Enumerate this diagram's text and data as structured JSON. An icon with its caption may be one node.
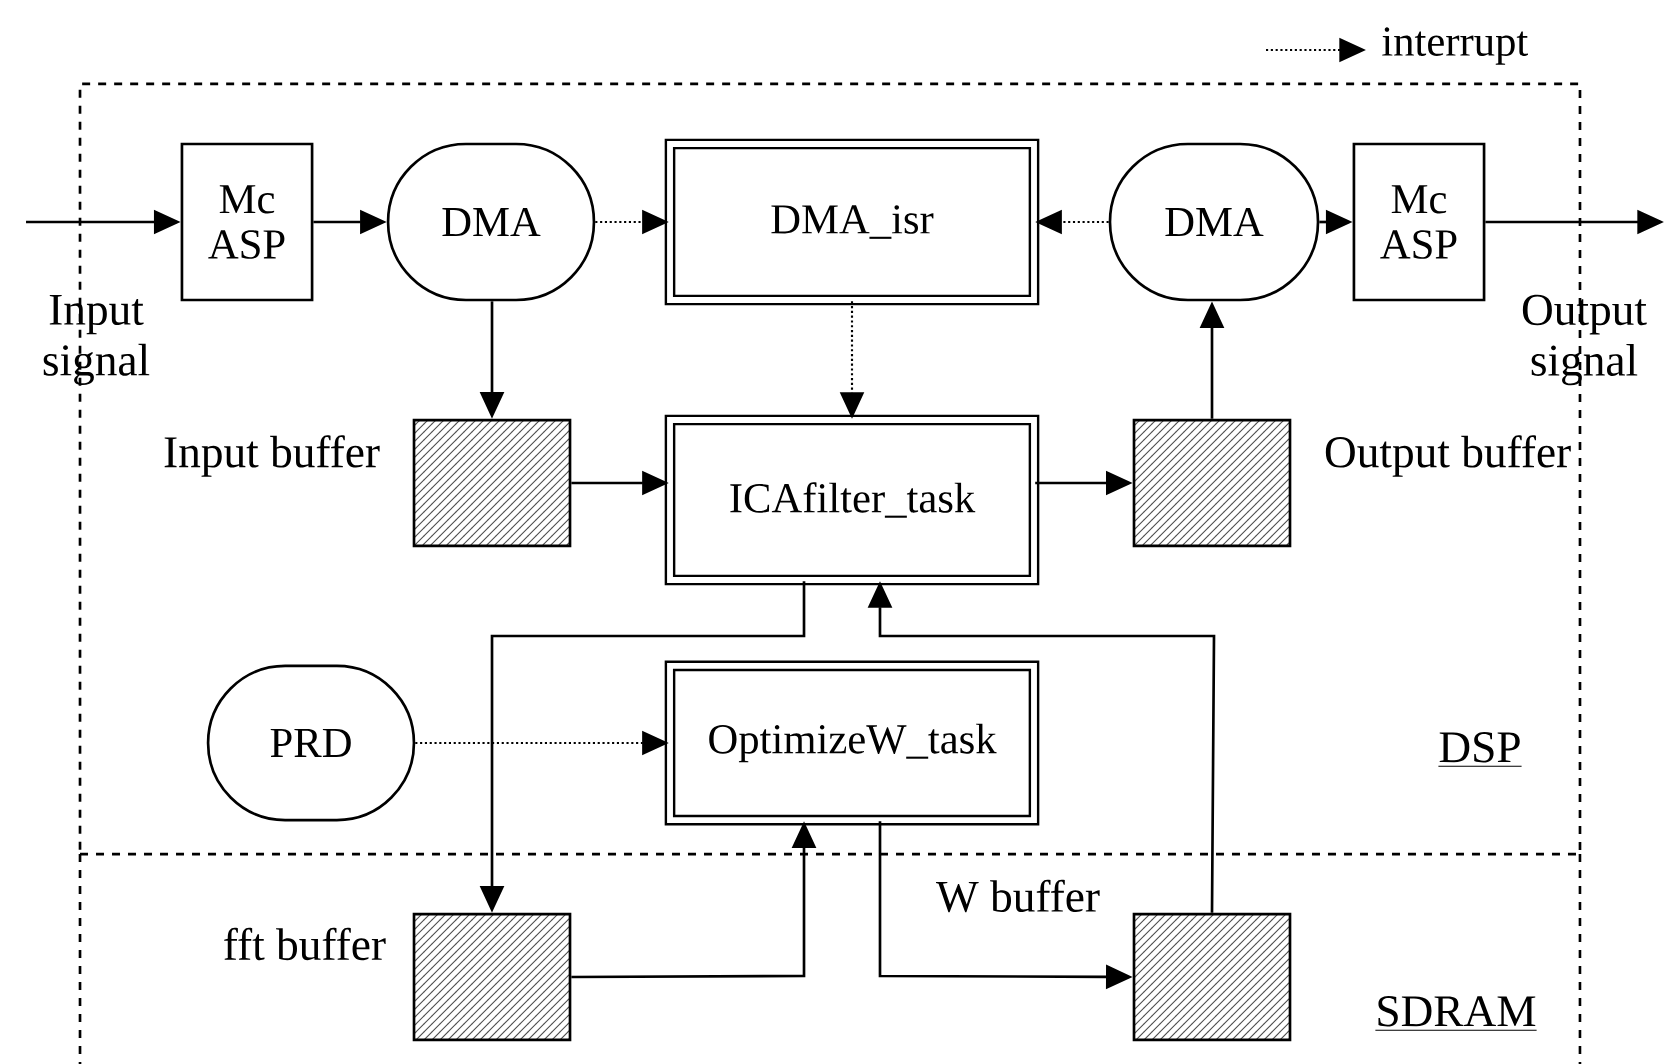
{
  "diagram": {
    "nodes": [
      {
        "text": [
          "DSP"
        ]
      },
      {
        "text": [
          "SDRAM"
        ]
      },
      {
        "text": [
          "Mc ASP"
        ],
        "in": 0
      },
      {
        "text": [
          "DMA"
        ],
        "in": 0
      },
      {
        "text": [
          "DMA_isr"
        ],
        "in": 0
      },
      {
        "text": [
          "DMA"
        ],
        "in": 0
      },
      {
        "text": [
          "Mc ASP"
        ],
        "in": 0
      },
      {
        "text": [],
        "shape": "box",
        "beside": [
          "Input buffer"
        ],
        "in": 0
      },
      {
        "text": [
          "ICAfilter_task"
        ],
        "in": 0
      },
      {
        "text": [],
        "shape": "box",
        "beside": [
          "Output buffer"
        ],
        "in": 0
      },
      {
        "text": [
          "PRD"
        ],
        "in": 0
      },
      {
        "text": [
          "OptimizeW_task"
        ],
        "in": 0
      },
      {
        "text": [],
        "shape": "box",
        "beside": [
          "fft buffer"
        ],
        "in": 1
      },
      {
        "text": [],
        "shape": "box",
        "beside": [
          "W buffer"
        ],
        "in": 1
      }
    ],
    "edges": [
      {
        "from": null,
        "to": 2,
        "arrow": "to"
      },
      {
        "from": 2,
        "to": 3,
        "arrow": "to"
      },
      {
        "from": 3,
        "to": 4,
        "arrow": "to",
        "style": "dashed"
      },
      {
        "from": 5,
        "to": 4,
        "arrow": "to",
        "style": "dashed"
      },
      {
        "from": 5,
        "to": 6,
        "arrow": "to"
      },
      {
        "from": 6,
        "to": null,
        "arrow": "to"
      },
      {
        "from": 3,
        "to": 7,
        "arrow": "to"
      },
      {
        "from": 4,
        "to": 8,
        "arrow": "to",
        "style": "dashed"
      },
      {
        "from": 7,
        "to": 8,
        "arrow": "to"
      },
      {
        "from": 8,
        "to": 9,
        "arrow": "to"
      },
      {
        "from": 9,
        "to": 5,
        "arrow": "to"
      },
      {
        "from": 8,
        "to": 12,
        "arrow": "to"
      },
      {
        "from": 13,
        "to": 8,
        "arrow": "to"
      },
      {
        "from": 10,
        "to": 11,
        "arrow": "to",
        "style": "dashed"
      },
      {
        "from": 12,
        "to": 11,
        "arrow": "to"
      },
      {
        "from": 11,
        "to": 13,
        "arrow": "to"
      }
    ],
    "labels": [
      "Input signal",
      "Output signal"
    ],
    "legend": [
      {
        "text": "interrupt"
      }
    ]
  }
}
